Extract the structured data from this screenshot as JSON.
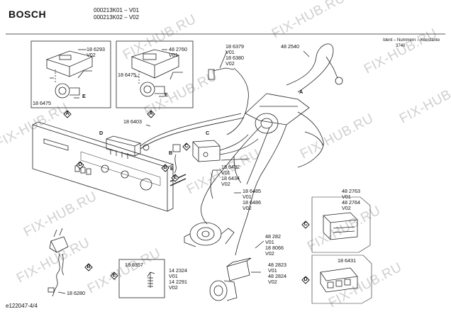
{
  "header": {
    "brand": "BOSCH",
    "model_lines": [
      "000213K01 – V01",
      "000213K02 – V02"
    ],
    "ident_label": "Ident – Nummern – Konstante",
    "ident_value": "3740"
  },
  "footer": {
    "code": "e122047-4/4"
  },
  "watermark": "FIX-HUB.RU",
  "markers": [
    "A",
    "A",
    "B",
    "C",
    "D",
    "E",
    "B",
    "C",
    "D",
    "E"
  ],
  "part_labels": [
    {
      "lines": [
        "18 6293",
        "V02"
      ]
    },
    {
      "lines": [
        "48 2760",
        "V01"
      ]
    },
    {
      "lines": [
        "18 6475"
      ]
    },
    {
      "lines": [
        "18 6475"
      ]
    },
    {
      "lines": [
        "18 6379",
        "V01",
        "18 6380",
        "V02"
      ]
    },
    {
      "lines": [
        "48 2540"
      ]
    },
    {
      "lines": [
        "18 6403"
      ]
    },
    {
      "lines": [
        "18 6432",
        "V01",
        "18 6434",
        "V02"
      ]
    },
    {
      "lines": [
        "18 6485",
        "V01",
        "18 6486",
        "V02"
      ]
    },
    {
      "lines": [
        "48 2763",
        "V01",
        "48 2764",
        "V02"
      ]
    },
    {
      "lines": [
        "48 282",
        "V01",
        "18 8066",
        "V02"
      ]
    },
    {
      "lines": [
        "48 2823",
        "V01",
        "48 2824",
        "V02"
      ]
    },
    {
      "lines": [
        "18 6357"
      ]
    },
    {
      "lines": [
        "14 2324",
        "V01",
        "14 2291",
        "V02"
      ]
    },
    {
      "lines": [
        "18 6431"
      ]
    },
    {
      "lines": [
        "18 6280"
      ]
    }
  ],
  "letter_labels": [
    "E",
    "E",
    "E",
    "D",
    "C",
    "B",
    "A"
  ]
}
